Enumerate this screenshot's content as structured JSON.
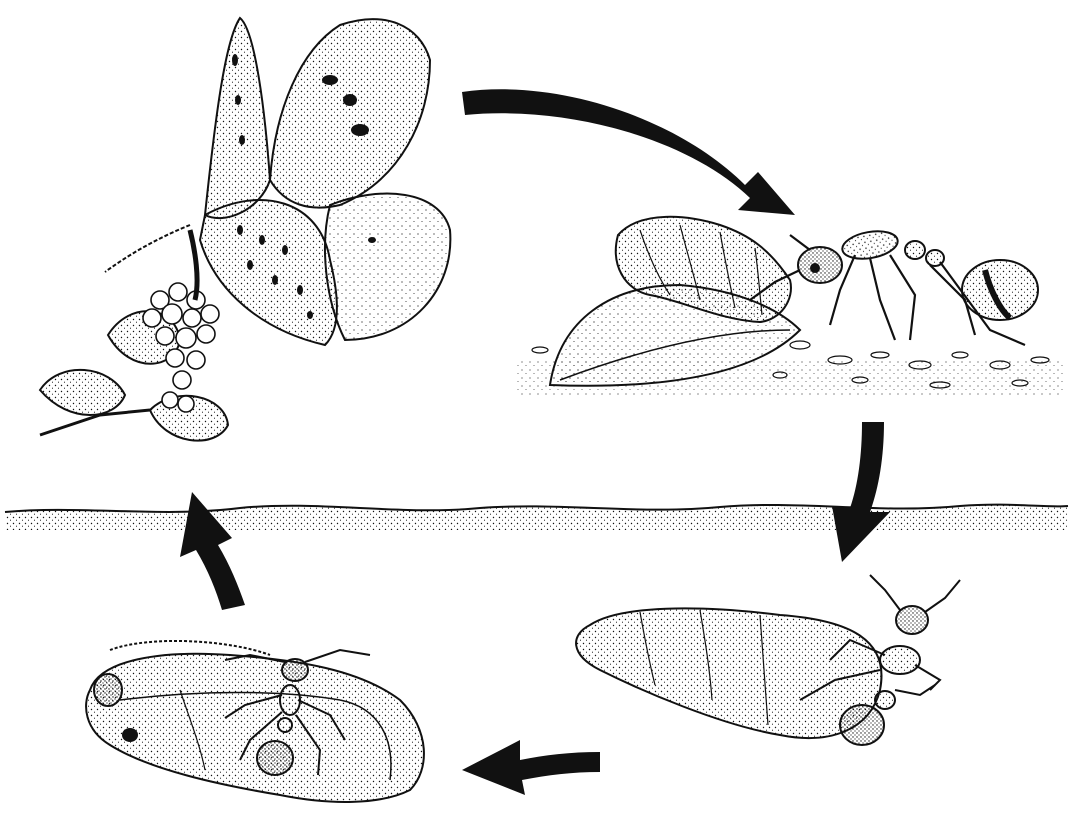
{
  "diagram": {
    "stages": [
      {
        "id": "adult",
        "icon": "butterfly-on-flower-icon"
      },
      {
        "id": "larva-ant",
        "icon": "caterpillar-with-ant-icon"
      },
      {
        "id": "larva-nest",
        "icon": "larva-with-ant-icon"
      },
      {
        "id": "pupa-nest",
        "icon": "pupa-with-ant-icon"
      }
    ],
    "ground": {
      "icon": "ground-surface-icon"
    },
    "arrows": [
      {
        "from": "adult",
        "to": "larva-ant"
      },
      {
        "from": "larva-ant",
        "to": "larva-nest"
      },
      {
        "from": "larva-nest",
        "to": "pupa-nest"
      },
      {
        "from": "pupa-nest",
        "to": "adult"
      }
    ],
    "colors": {
      "ink": "#111111",
      "paper": "#ffffff"
    }
  }
}
